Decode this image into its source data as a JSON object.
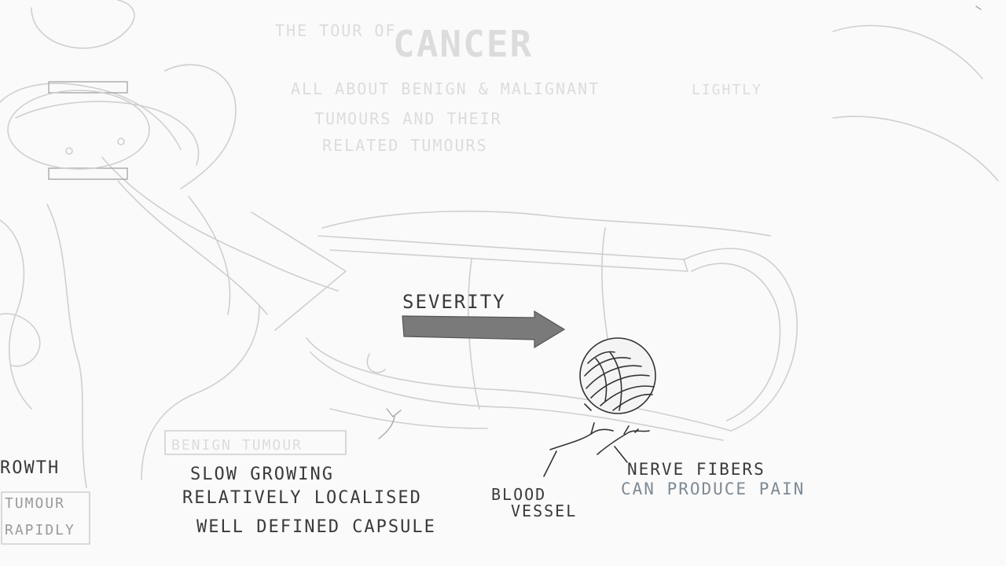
{
  "title": {
    "prefix": "THE TOUR OF",
    "main": "CANCER"
  },
  "faint_notes": [
    "ALL ABOUT BENIGN & MALIGNANT",
    "TUMOURS AND THEIR",
    "RELATED TUMOURS"
  ],
  "severity": {
    "label": "SEVERITY",
    "arrow_color": "#7a7a7a"
  },
  "benign_heading": "BENIGN TUMOUR",
  "benign_features": [
    "SLOW GROWING",
    "RELATIVELY LOCALISED",
    "WELL DEFINED CAPSULE"
  ],
  "left_cut": {
    "growth": "ROWTH",
    "tumour": "TUMOUR",
    "rapidly": "RAPIDLY"
  },
  "labels": {
    "blood_vessel_1": "BLOOD",
    "blood_vessel_2": "VESSEL",
    "nerve_1": "NERVE FIBERS",
    "nerve_2": "CAN PRODUCE PAIN"
  }
}
